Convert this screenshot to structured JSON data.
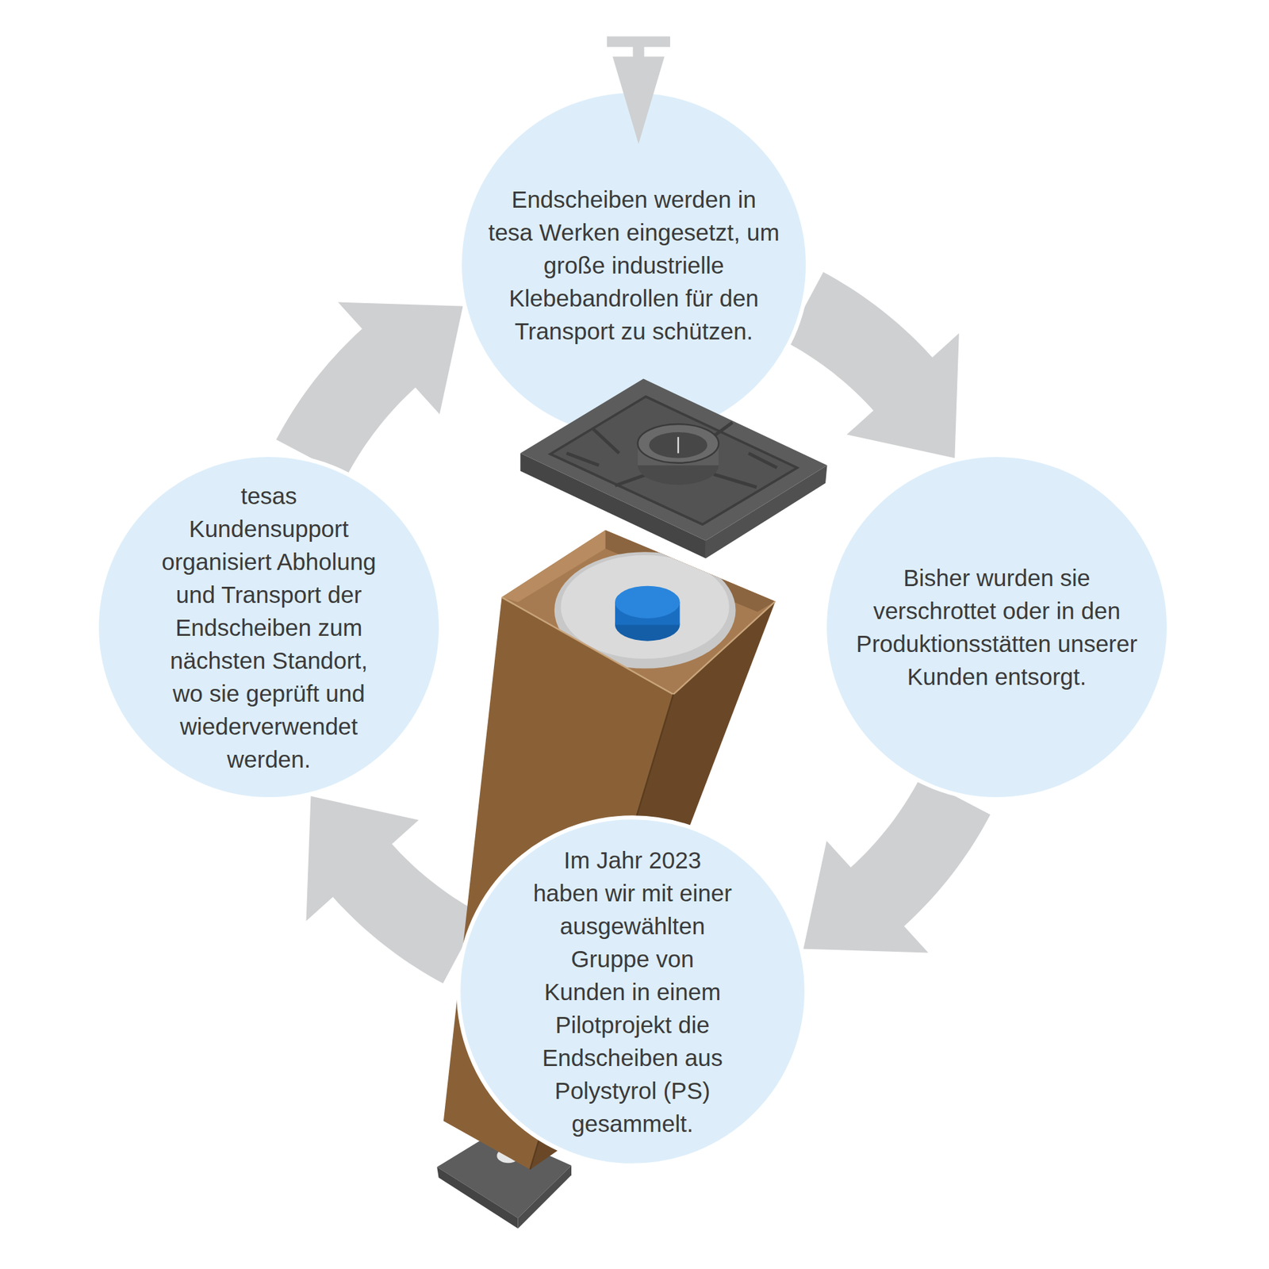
{
  "diagram": {
    "nodes": [
      {
        "text": [
          "Endscheiben werden in tesa Werken eingesetzt, um große industrielle Klebebandrollen für den Transport zu schützen."
        ]
      },
      {
        "text": [
          "Bisher wurden sie verschrottet oder in den Produktionsstätten unserer Kunden entsorgt."
        ]
      },
      {
        "text": [
          "Im Jahr 2023 haben wir mit einer ausgewählten Gruppe von Kunden in einem Pilotprojekt die Endscheiben aus Polystyrol (PS) gesammelt."
        ]
      },
      {
        "text": [
          "tesas Kundensupport organisiert Abholung und Transport der Endscheiben zum nächsten Standort, wo sie geprüft und wiederverwendet werden."
        ]
      }
    ],
    "edges": [
      {
        "from": 0,
        "to": 1,
        "arrow": "to"
      },
      {
        "from": 1,
        "to": 2,
        "arrow": "to"
      },
      {
        "from": 2,
        "to": 3,
        "arrow": "to"
      },
      {
        "from": 3,
        "to": 0,
        "arrow": "to"
      }
    ]
  }
}
